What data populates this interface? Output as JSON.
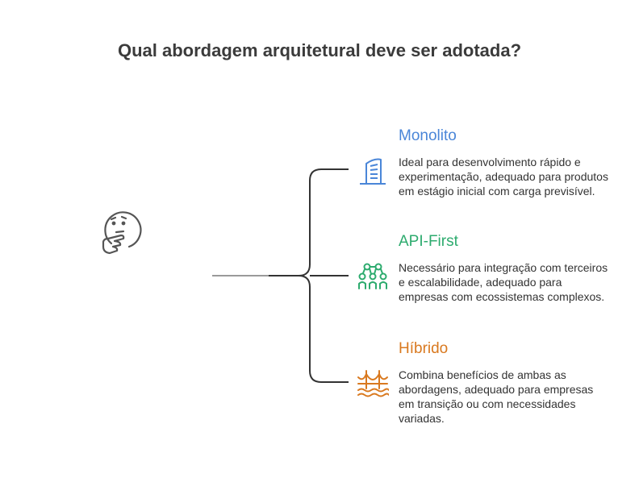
{
  "title": "Qual abordagem arquitetural deve ser adotada?",
  "icons": {
    "thinker": "thinking-face-icon"
  },
  "options": [
    {
      "title": "Monolito",
      "description": "Ideal para desenvolvimento rápido e experimentação, adequado para produtos em estágio inicial com carga previsível.",
      "color": "#4a86d8",
      "icon": "building-icon"
    },
    {
      "title": "API-First",
      "description": "Necessário para integração com terceiros e escalabilidade, adequado para empresas com ecossistemas complexos.",
      "color": "#2dab6e",
      "icon": "network-people-icon"
    },
    {
      "title": "Híbrido",
      "description": "Combina benefícios de ambas as abordagens, adequado para empresas em transição ou com necessidades variadas.",
      "color": "#d9791f",
      "icon": "bridge-icon"
    }
  ]
}
